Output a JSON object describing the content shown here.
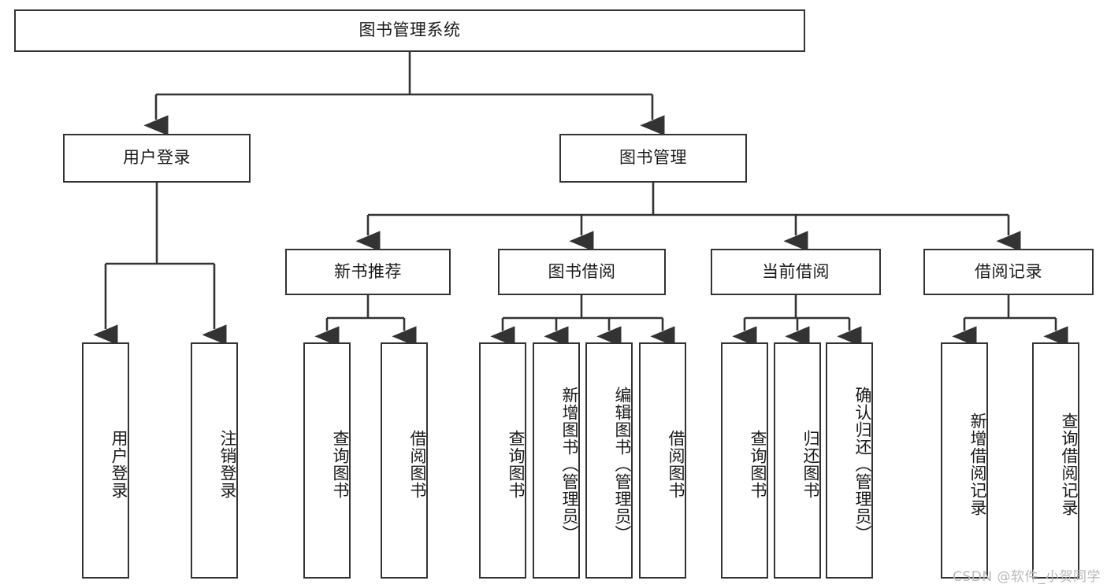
{
  "diagram": {
    "title": "图书管理系统",
    "type": "functional-structure-tree",
    "root": {
      "label": "图书管理系统"
    },
    "level2": [
      {
        "label": "用户登录"
      },
      {
        "label": "图书管理"
      }
    ],
    "level3": [
      {
        "label": "新书推荐"
      },
      {
        "label": "图书借阅"
      },
      {
        "label": "当前借阅"
      },
      {
        "label": "借阅记录"
      }
    ],
    "leaves": {
      "user_login": [
        {
          "label": "用户登录"
        },
        {
          "label": "注销登录"
        }
      ],
      "new_book_recommend": [
        {
          "label": "查询图书"
        },
        {
          "label": "借阅图书"
        }
      ],
      "book_borrow": [
        {
          "label": "查询图书"
        },
        {
          "label": "新增图书（管理员）"
        },
        {
          "label": "编辑图书（管理员）"
        },
        {
          "label": "借阅图书"
        }
      ],
      "current_borrow": [
        {
          "label": "查询图书"
        },
        {
          "label": "归还图书"
        },
        {
          "label": "确认归还（管理员）"
        }
      ],
      "borrow_record": [
        {
          "label": "新增借阅记录"
        },
        {
          "label": "查询借阅记录"
        }
      ]
    }
  },
  "watermark": {
    "text": "CSDN @软件_小贺同学"
  },
  "colors": {
    "border": "#333333",
    "background": "#ffffff",
    "text": "#1a1a1a",
    "watermark": "#b8b8b8"
  }
}
